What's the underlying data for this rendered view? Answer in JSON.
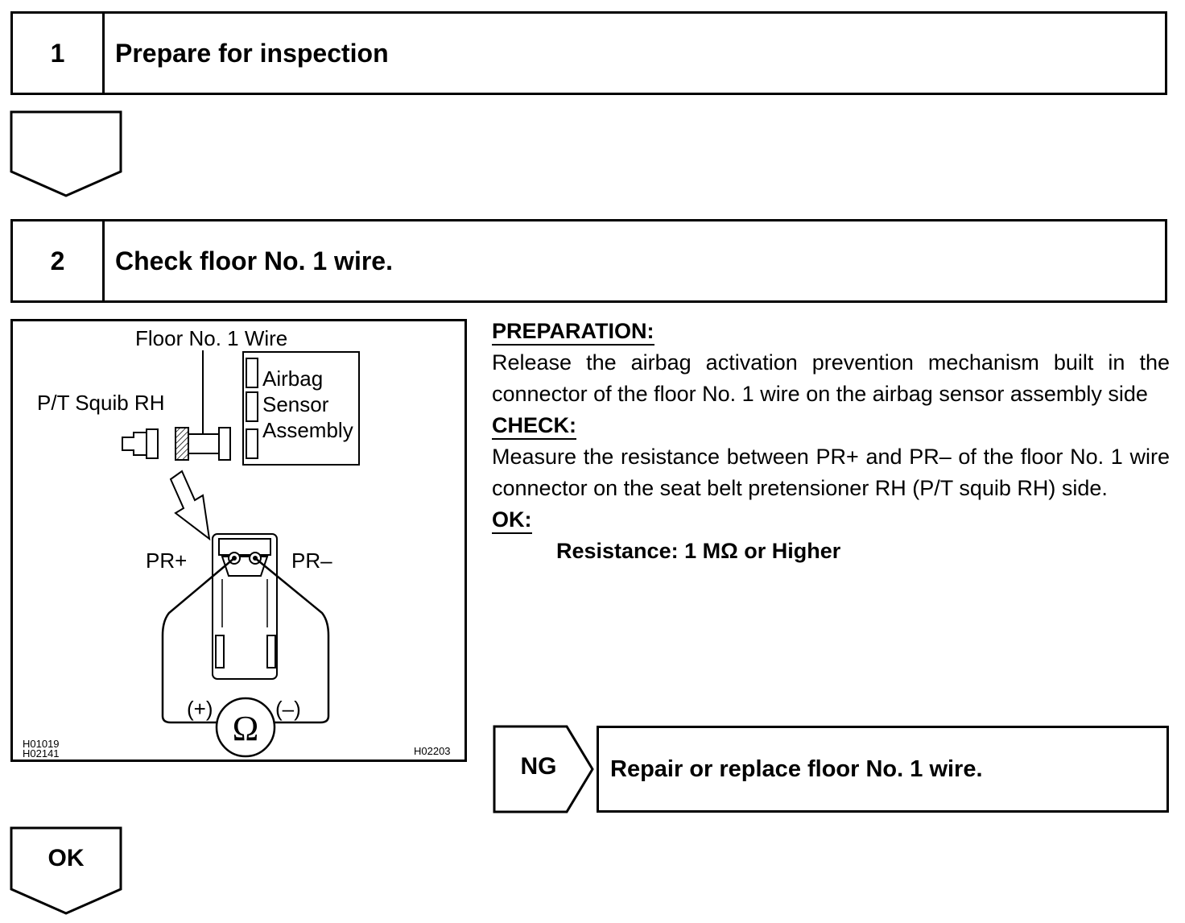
{
  "steps": [
    {
      "number": "1",
      "title": "Prepare for inspection"
    },
    {
      "number": "2",
      "title": "Check floor No. 1 wire."
    }
  ],
  "figure": {
    "label_floor_wire": "Floor No. 1 Wire",
    "label_squib": "P/T Squib RH",
    "sensor_lines": [
      "Airbag",
      "Sensor",
      "Assembly"
    ],
    "label_pr_plus": "PR+",
    "label_pr_minus": "PR–",
    "label_plus": "(+)",
    "label_minus": "(–)",
    "ohm_symbol": "Ω",
    "code_left_1": "H01019",
    "code_left_2": "H02141",
    "code_right": "H02203"
  },
  "instructions": {
    "preparation_heading": "PREPARATION:",
    "preparation_text": "Release the airbag activation prevention mechanism built in the connector of the floor No. 1 wire on the airbag sensor assembly side",
    "check_heading": "CHECK:",
    "check_text": "Measure the resistance between PR+ and PR– of the floor No. 1 wire connector on the seat belt pretensioner RH (P/T squib RH) side.",
    "ok_heading": "OK:",
    "ok_spec": "Resistance: 1 MΩ or Higher"
  },
  "ng": {
    "label": "NG",
    "result": "Repair or replace floor No. 1 wire."
  },
  "ok": {
    "label": "OK"
  }
}
